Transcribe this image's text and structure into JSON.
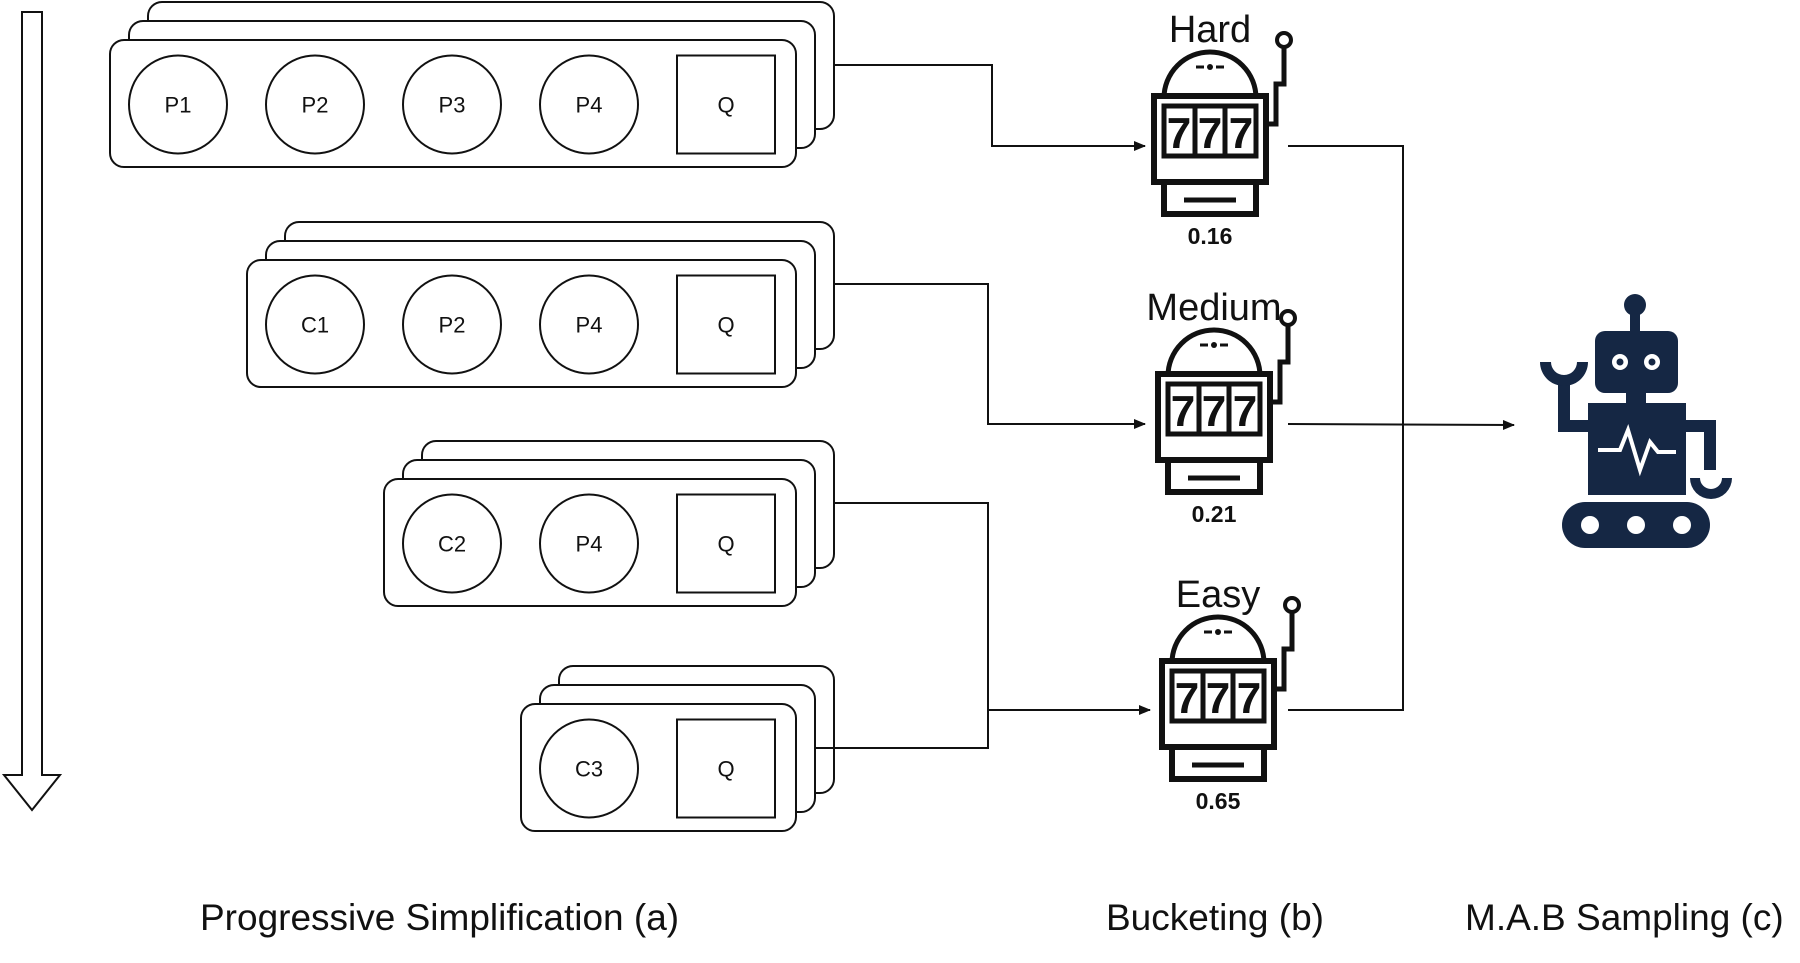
{
  "groups": [
    {
      "items": [
        {
          "label": "P1",
          "shape": "circle"
        },
        {
          "label": "P2",
          "shape": "circle"
        },
        {
          "label": "P3",
          "shape": "circle"
        },
        {
          "label": "P4",
          "shape": "circle"
        },
        {
          "label": "Q",
          "shape": "square"
        }
      ]
    },
    {
      "items": [
        {
          "label": "C1",
          "shape": "circle"
        },
        {
          "label": "P2",
          "shape": "circle"
        },
        {
          "label": "P4",
          "shape": "circle"
        },
        {
          "label": "Q",
          "shape": "square"
        }
      ]
    },
    {
      "items": [
        {
          "label": "C2",
          "shape": "circle"
        },
        {
          "label": "P4",
          "shape": "circle"
        },
        {
          "label": "Q",
          "shape": "square"
        }
      ]
    },
    {
      "items": [
        {
          "label": "C3",
          "shape": "circle"
        },
        {
          "label": "Q",
          "shape": "square"
        }
      ]
    }
  ],
  "buckets": [
    {
      "title": "Hard",
      "value": "0.16",
      "reels": [
        "7",
        "7",
        "7"
      ]
    },
    {
      "title": "Medium",
      "value": "0.21",
      "reels": [
        "7",
        "7",
        "7"
      ]
    },
    {
      "title": "Easy",
      "value": "0.65",
      "reels": [
        "7",
        "7",
        "7"
      ]
    }
  ],
  "captions": {
    "progressive": "Progressive Simplification (a)",
    "bucketing": "Bucketing (b)",
    "sampling": "M.A.B Sampling (c)"
  },
  "colors": {
    "robot": "#152744",
    "line": "#111111"
  },
  "icons": {
    "bucket": "slot-machine-icon",
    "agent": "robot-icon",
    "direction": "down-arrow-icon"
  }
}
